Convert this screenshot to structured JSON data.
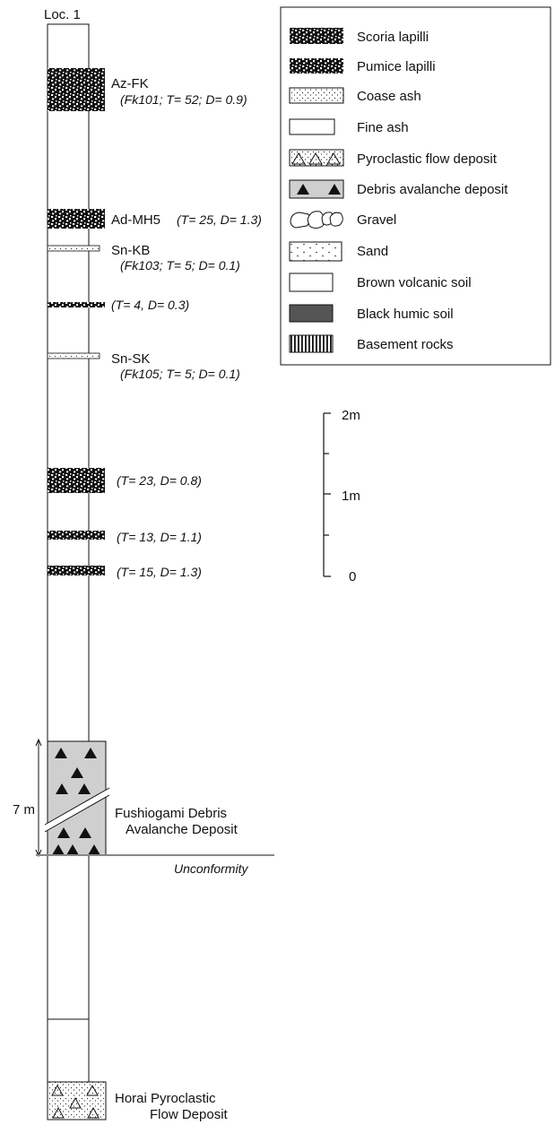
{
  "locality": "Loc. 1",
  "legend": {
    "items": [
      {
        "pattern": "scoria",
        "label": "Scoria lapilli"
      },
      {
        "pattern": "pumice",
        "label": "Pumice lapilli"
      },
      {
        "pattern": "coarse-ash",
        "label": "Coase ash"
      },
      {
        "pattern": "fine-ash",
        "label": "Fine ash"
      },
      {
        "pattern": "pyroclastic-flow",
        "label": "Pyroclastic flow deposit"
      },
      {
        "pattern": "debris-avalanche",
        "label": "Debris avalanche deposit"
      },
      {
        "pattern": "gravel",
        "label": "Gravel"
      },
      {
        "pattern": "sand",
        "label": "Sand"
      },
      {
        "pattern": "brown-soil",
        "label": "Brown volcanic soil"
      },
      {
        "pattern": "black-soil",
        "label": "Black humic soil"
      },
      {
        "pattern": "basement",
        "label": "Basement rocks"
      }
    ]
  },
  "layers": [
    {
      "name": "Az-FK",
      "detail": "(Fk101; T= 52; D= 0.9)"
    },
    {
      "name": "Ad-MH5",
      "detail": "(T= 25, D= 1.3)"
    },
    {
      "name": "Sn-KB",
      "detail": "(Fk103; T= 5; D= 0.1)"
    },
    {
      "name": "",
      "detail": "(T= 4, D= 0.3)"
    },
    {
      "name": "Sn-SK",
      "detail": "(Fk105; T= 5; D= 0.1)"
    },
    {
      "name": "",
      "detail": "(T= 23, D= 0.8)"
    },
    {
      "name": "",
      "detail": "(T= 13, D= 1.1)"
    },
    {
      "name": "",
      "detail": "(T= 15, D= 1.3)"
    }
  ],
  "scale": {
    "top": "2m",
    "mid": "1m",
    "bottom": "0"
  },
  "debris": {
    "thickness": "7 m",
    "line1": "Fushiogami Debris",
    "line2": "Avalanche Deposit"
  },
  "unconformity": "Unconformity",
  "horai": {
    "line1": "Horai Pyroclastic",
    "line2": "Flow Deposit"
  }
}
